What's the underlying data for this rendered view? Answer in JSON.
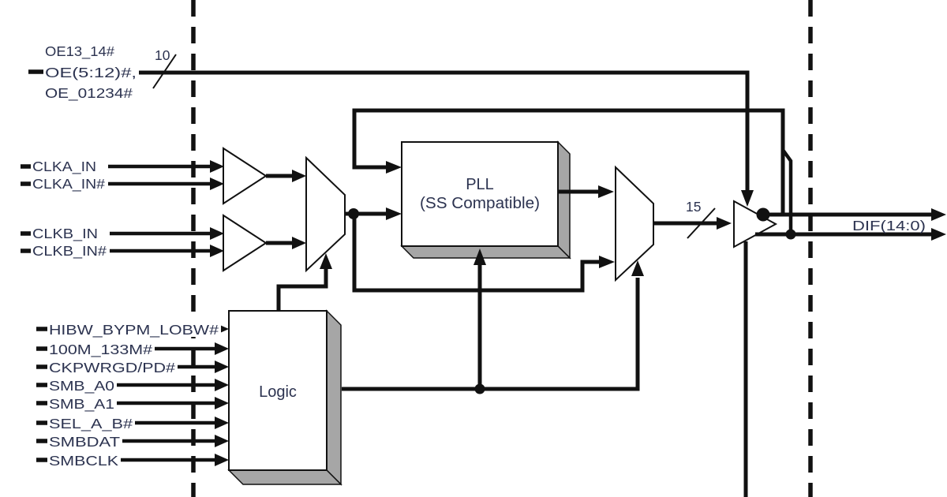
{
  "figure": {
    "type": "clock-generator-block-diagram",
    "oe_input": {
      "line1": "OE13_14#",
      "line2": "OE(5:12)#,",
      "line3": "OE_01234#",
      "bus_width": "10"
    },
    "clock_inputs": {
      "clka": "CLKA_IN",
      "clka_n": "CLKA_IN#",
      "clkb": "CLKB_IN",
      "clkb_n": "CLKB_IN#"
    },
    "logic_inputs": [
      "HIBW_BYPM_LOBW#",
      "100M_133M#",
      "CKPWRGD/PD#",
      "SMB_A0",
      "SMB_A1",
      "SEL_A_B#",
      "SMBDAT",
      "SMBCLK"
    ],
    "pll_block": {
      "title": "PLL",
      "subtitle": "(SS Compatible)"
    },
    "logic_block": {
      "title": "Logic"
    },
    "output": {
      "label": "DIF(14:0)",
      "bus_width": "15"
    },
    "colors": {
      "line": "#111111",
      "text": "#2c3350",
      "shadow": "#a6a6a6",
      "fill": "#ffffff"
    }
  }
}
